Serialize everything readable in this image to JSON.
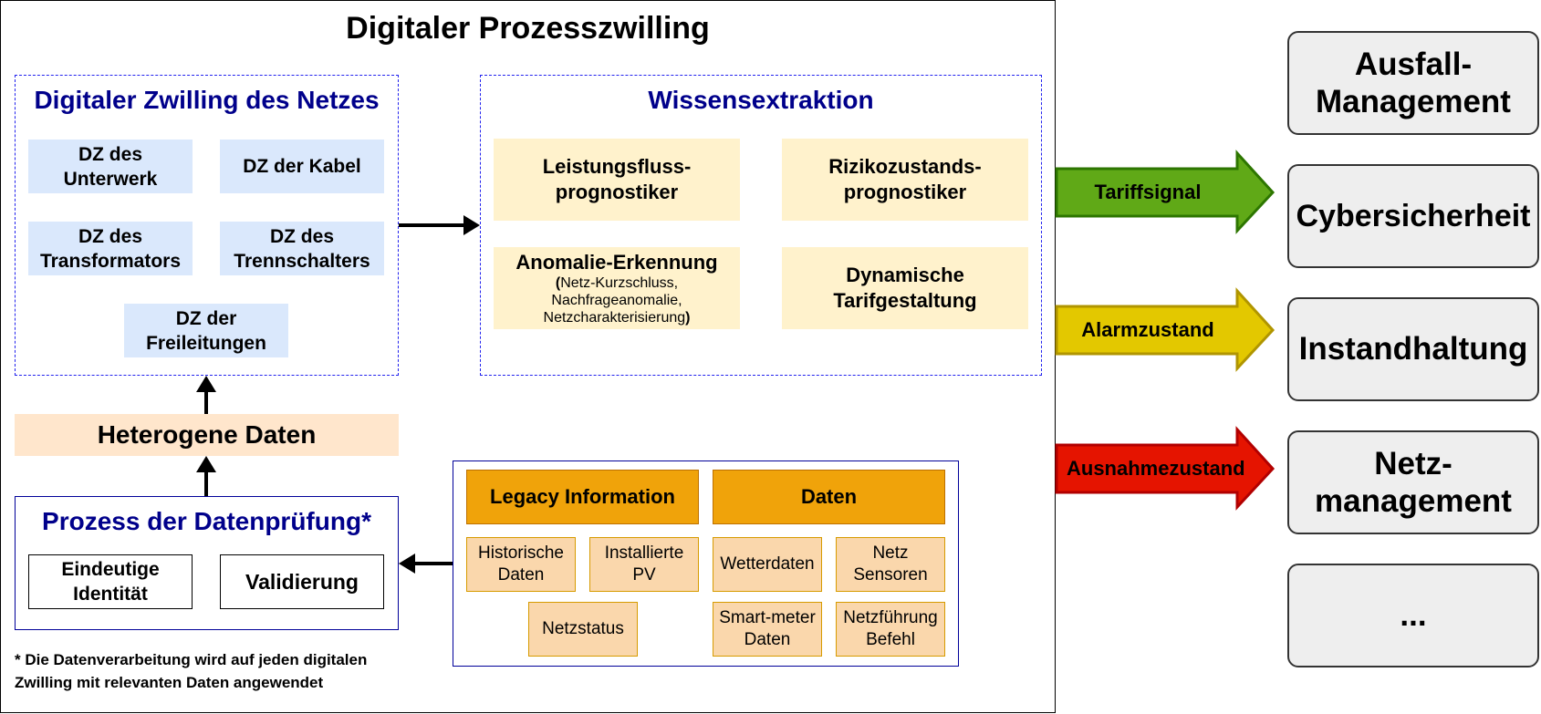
{
  "main": {
    "title": "Digitaler Prozesszwilling",
    "footnote_line1": "* Die Datenverarbeitung wird auf jeden digitalen",
    "footnote_line2": "Zwilling mit relevanten Daten angewendet"
  },
  "netz": {
    "title": "Digitaler Zwilling des Netzes",
    "items": [
      {
        "l1": "DZ des",
        "l2": "Unterwerk"
      },
      {
        "l1": "DZ der Kabel",
        "l2": ""
      },
      {
        "l1": "DZ des",
        "l2": "Transformators"
      },
      {
        "l1": "DZ des",
        "l2": "Trennschalters"
      },
      {
        "l1": "DZ der",
        "l2": "Freileitungen"
      }
    ]
  },
  "wissen": {
    "title": "Wissensextraktion",
    "leistung": {
      "l1": "Leistungsfluss-",
      "l2": "prognostiker"
    },
    "rizik": {
      "l1": "Rizikozustands-",
      "l2": "prognostiker"
    },
    "anomalie": {
      "title": "Anomalie-Erkennung",
      "open": "(",
      "l1": "Netz-Kurzschluss,",
      "l2": "Nachfrageanomalie,",
      "l3": "Netzcharakterisierung",
      "close": ")"
    },
    "tarif": {
      "l1": "Dynamische",
      "l2": "Tarifgestaltung"
    }
  },
  "hetero": {
    "label": "Heterogene Daten"
  },
  "pruefung": {
    "title": "Prozess der Datenprüfung*",
    "item1": {
      "l1": "Eindeutige",
      "l2": "Identität"
    },
    "item2": "Validierung"
  },
  "quellen": {
    "legacy_header": "Legacy Information",
    "daten_header": "Daten",
    "historische": {
      "l1": "Historische",
      "l2": "Daten"
    },
    "installierte": {
      "l1": "Installierte",
      "l2": "PV"
    },
    "netzstatus": "Netzstatus",
    "wetter": "Wetterdaten",
    "sensoren": {
      "l1": "Netz",
      "l2": "Sensoren"
    },
    "smart": {
      "l1": "Smart-meter",
      "l2": "Daten"
    },
    "befehl": {
      "l1": "Netzführung",
      "l2": "Befehl"
    }
  },
  "arrows": [
    {
      "label": "Tariffsignal",
      "fill": "#60A917",
      "stroke": "#2D7600"
    },
    {
      "label": "Alarmzustand",
      "fill": "#E3C800",
      "stroke": "#B09500"
    },
    {
      "label": "Ausnahmezustand",
      "fill": "#E51400",
      "stroke": "#B20000"
    }
  ],
  "side": {
    "ausfall": {
      "l1": "Ausfall-",
      "l2": "Management"
    },
    "cyber": "Cybersicherheit",
    "instand": "Instandhaltung",
    "netzm": {
      "l1": "Netz-",
      "l2": "management"
    },
    "more": "..."
  }
}
